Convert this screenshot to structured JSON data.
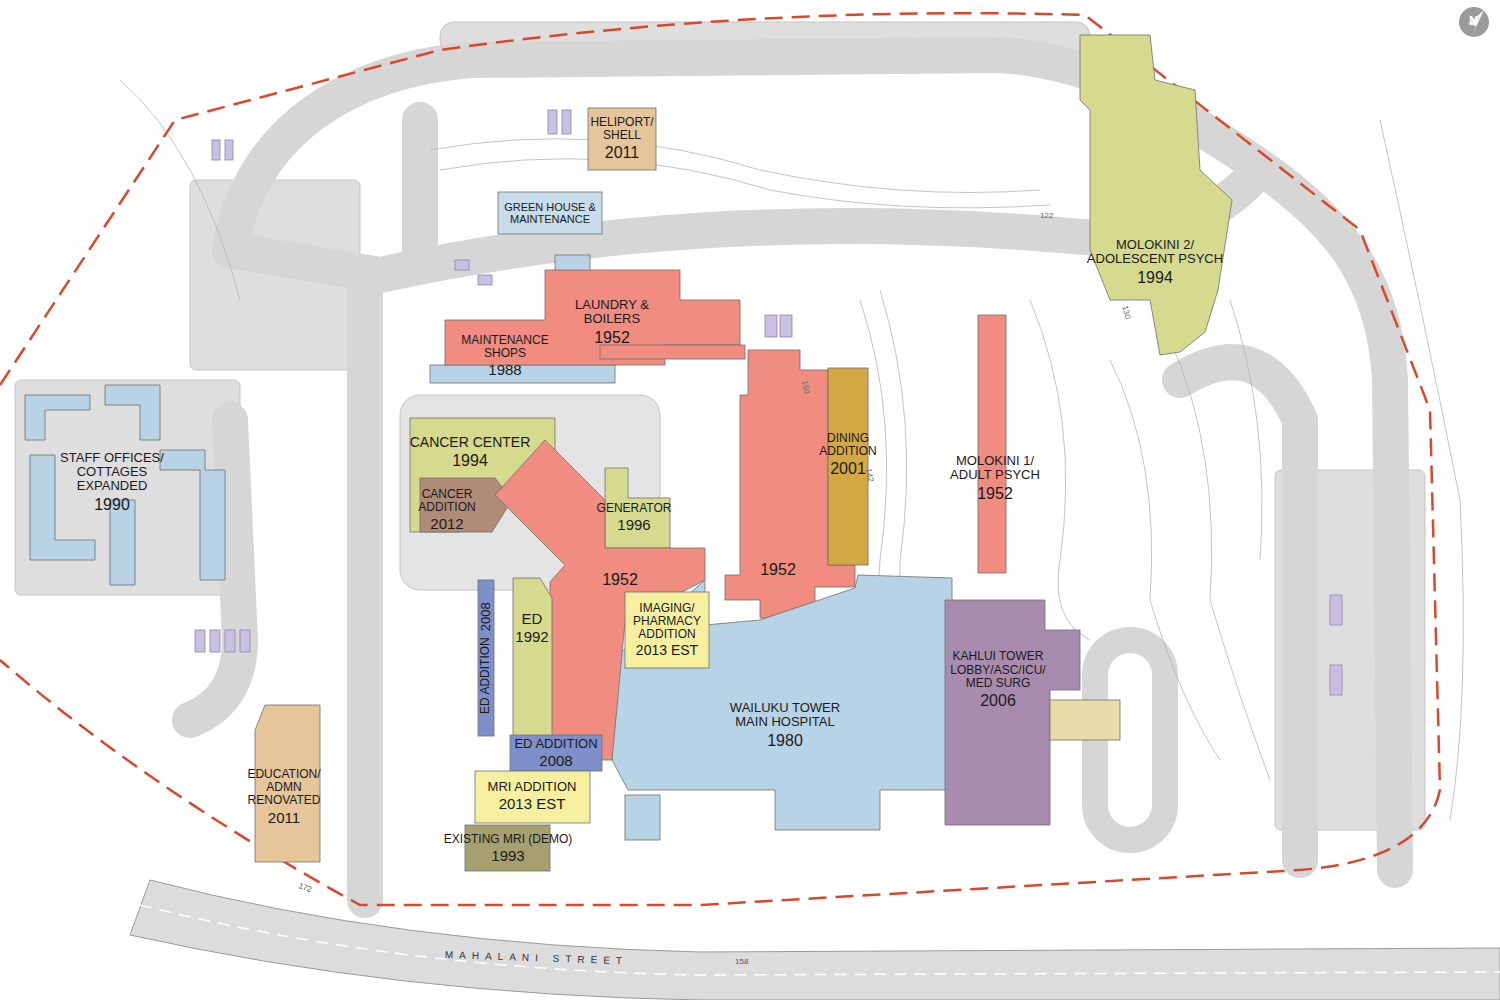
{
  "diagram": {
    "nodes": [
      {
        "text": [
          "HELIPORT/ SHELL",
          "2011"
        ]
      },
      {
        "text": [
          "GREEN HOUSE & MAINTENANCE"
        ]
      },
      {
        "text": [
          "MOLOKINI 2/ ADOLESCENT PSYCH",
          "1994"
        ]
      },
      {
        "text": [
          "LAUNDRY & BOILERS",
          "1952"
        ]
      },
      {
        "text": [
          "MAINTENANCE SHOPS",
          "1988"
        ]
      },
      {
        "text": [
          "CANCER CENTER",
          "1994"
        ]
      },
      {
        "text": [
          "CANCER ADDITION",
          "2012"
        ]
      },
      {
        "text": [
          "GENERATOR",
          "1996"
        ]
      },
      {
        "text": [
          "DINING ADDITION",
          "2001"
        ]
      },
      {
        "text": [
          "MOLOKINI 1/ ADULT PSYCH",
          "1952"
        ]
      },
      {
        "text": [
          "STAFF OFFICES/ COTTAGES EXPANDED",
          "1990"
        ]
      },
      {
        "text": [
          "1952"
        ]
      },
      {
        "text": [
          "1952"
        ]
      },
      {
        "text": [
          "IMAGING/ PHARMACY ADDITION",
          "2013 EST"
        ]
      },
      {
        "text": [
          "ED",
          "1992"
        ]
      },
      {
        "text": [
          "ED ADDITION",
          "2008"
        ]
      },
      {
        "text": [
          "WAILUKU TOWER MAIN HOSPITAL",
          "1980"
        ]
      },
      {
        "text": [
          "KAHLUI TOWER LOBBY/ASC/ICU/ MED SURG",
          "2006"
        ]
      },
      {
        "text": [
          "ED ADDITION",
          "2008"
        ]
      },
      {
        "text": [
          "EDUCATION/ ADMN RENOVATED",
          "2011"
        ]
      },
      {
        "text": [
          "MRI ADDITION",
          "2013 EST"
        ]
      },
      {
        "text": [
          "EXISTING MRI (DEMO)",
          "1993"
        ]
      }
    ],
    "labels": [
      "MAHALANI STREET",
      "N",
      "150",
      "142",
      "130",
      "122",
      "172",
      "158"
    ]
  }
}
